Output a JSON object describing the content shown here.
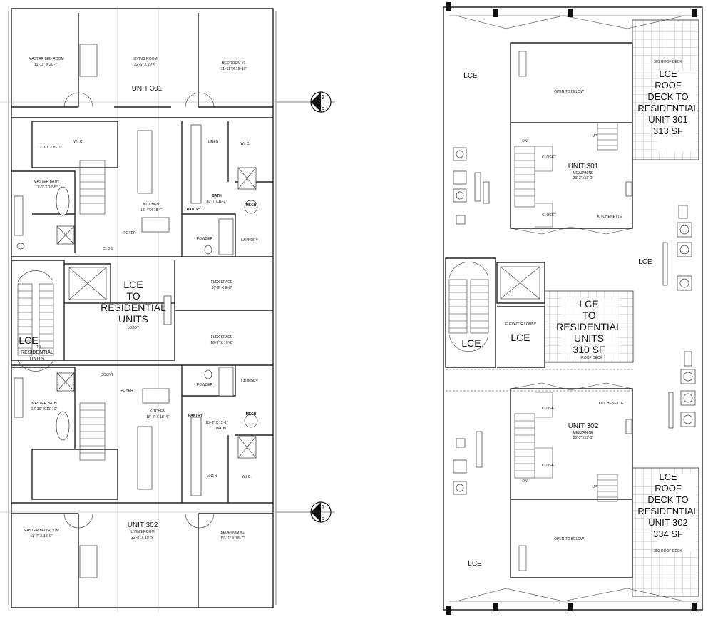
{
  "left_plan": {
    "unit301": {
      "unit_label": "UNIT 301",
      "master_bed": {
        "name": "MASTER BED ROOM",
        "dims": "11'-11\" X 20'-7\""
      },
      "living": {
        "name": "LIVING ROOM",
        "dims": "22'-6\" X 20'-6\""
      },
      "bedroom1": {
        "name": "BEDROOM #1",
        "dims": "11'-11\" X 19'-10\""
      },
      "wic_left": {
        "name": "W.I.C.",
        "dims": "12'-10\" X 8'-11\""
      },
      "master_bath": {
        "name": "MASTER BATH",
        "dims": "11'-6\" X 10'-5\""
      },
      "kitchen": {
        "name": "KITCHEN",
        "dims": "18'-4\" X 18'4\""
      },
      "linen": "LINEN",
      "wic_right": "W.I.C.",
      "bath": {
        "name": "BATH",
        "dims": "10'-7\"X11'-2\""
      },
      "pantry": "PANTRY",
      "mech": "MECH",
      "powder": "POWDER",
      "laundry": "LAUNDRY",
      "foyer": "FOYER",
      "clos": "CLOS",
      "flex": {
        "name": "FLEX SPACE",
        "dims": "16'-9\" X 9'-8\""
      }
    },
    "center_lce": [
      "LCE",
      "TO",
      "RESIDENTIAL",
      "UNITS"
    ],
    "lobby": "LOBBY",
    "stair_lce": [
      "LCE",
      "TO",
      "RESIDENTIAL",
      "UNITS"
    ],
    "unit302": {
      "unit_label": "UNIT 302",
      "flex": {
        "name": "FLEX SPACE",
        "dims": "16'-9\" X 10'-2\""
      },
      "count": "COUNT",
      "powder": "POWDER",
      "laundry": "LAUNDRY",
      "foyer": "FOYER",
      "master_bath": {
        "name": "MASTER BATH",
        "dims": "14'-10\" X 11'-10\""
      },
      "kitchen": {
        "name": "KITCHEN",
        "dims": "18'-4\" X 18'-4\""
      },
      "pantry": "PANTRY",
      "mech": "MECH",
      "bath": {
        "name": "BATH",
        "dims": "10'-6\" X 11'-1\""
      },
      "linen": "LINEN",
      "wic": "W.I.C.",
      "master_bed": {
        "name": "MASTER BED ROOM",
        "dims": "11'-7\" X 19'-9\""
      },
      "living": {
        "name": "LIVING ROOM",
        "dims": "22'-8\" X 19'-5\""
      },
      "bedroom1": {
        "name": "BEDROOM #1",
        "dims": "11'-11\" X 18'-7\""
      }
    },
    "section_markers": [
      {
        "top": "2",
        "bottom": "6"
      },
      {
        "top": "1",
        "bottom": "6"
      }
    ]
  },
  "right_plan": {
    "lce_labels": [
      "LCE",
      "LCE",
      "LCE",
      "LCE",
      "LCE"
    ],
    "roof_deck_301": {
      "tag": "301 ROOF DECK",
      "lines": [
        "LCE",
        "ROOF",
        "DECK TO",
        "RESIDENTIAL",
        "UNIT 301",
        "313 SF"
      ]
    },
    "roof_deck_302": {
      "tag": "302 ROOF DECK",
      "lines": [
        "LCE",
        "ROOF",
        "DECK TO",
        "RESIDENTIAL",
        "UNIT 302",
        "334 SF"
      ]
    },
    "center_deck": {
      "lines": [
        "LCE",
        "TO",
        "RESIDENTIAL",
        "UNITS",
        "310 SF"
      ],
      "tag": "ROOF DECK"
    },
    "open_to_below": "OPEN TO BELOW",
    "unit301": {
      "label": "UNIT 301",
      "mezz": "MEZZANINE",
      "mezz_dims": "23'-3\"X19'-2\"",
      "closet": "CLOSET",
      "kitchenette": "KITCHENETTE",
      "dn": "DN",
      "up": "UP"
    },
    "unit302": {
      "label": "UNIT 302",
      "mezz": "MEZZANINE",
      "mezz_dims": "23'-3\"X19'-2\"",
      "closet": "CLOSET",
      "kitchenette": "KITCHENETTE",
      "dn": "DN",
      "up": "UP"
    },
    "elevator_lobby": "ELEVATOR LOBBY"
  }
}
